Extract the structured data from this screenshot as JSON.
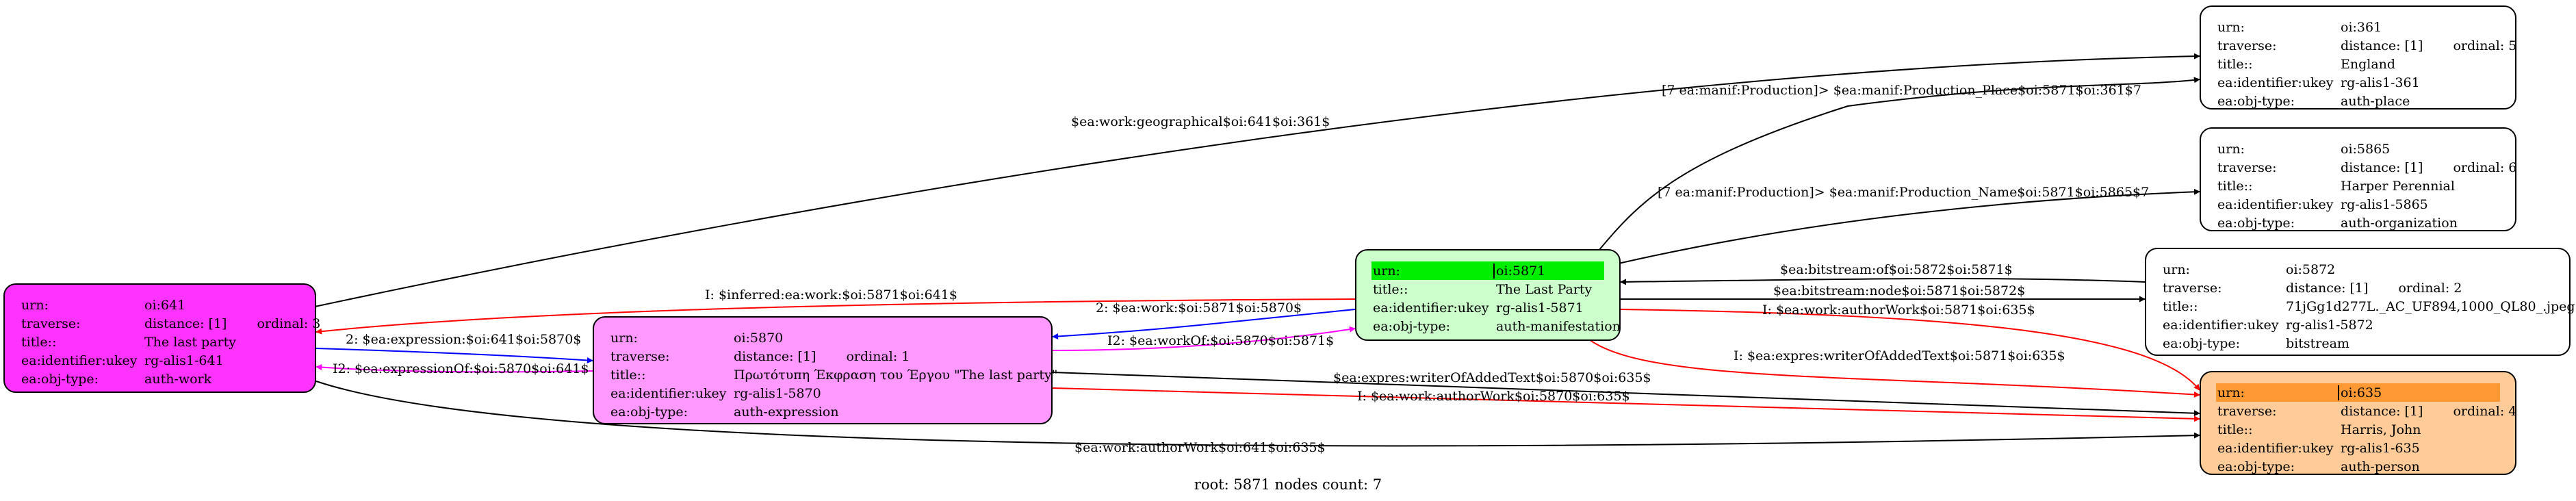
{
  "nodes": {
    "n641": {
      "color": "#ff33ff",
      "rows": [
        {
          "k": "urn:",
          "v": [
            "oi:641"
          ]
        },
        {
          "k": "traverse:",
          "v": [
            "distance: [1]",
            "ordinal: 3"
          ]
        },
        {
          "k": "title::",
          "v": [
            "The last party"
          ]
        },
        {
          "k": "ea:identifier:ukey",
          "v": [
            "rg-alis1-641"
          ]
        },
        {
          "k": "ea:obj-type:",
          "v": [
            "auth-work"
          ]
        }
      ]
    },
    "n5870": {
      "color": "#ff99ff",
      "rows": [
        {
          "k": "urn:",
          "v": [
            "oi:5870"
          ]
        },
        {
          "k": "traverse:",
          "v": [
            "distance: [1]",
            "ordinal: 1"
          ]
        },
        {
          "k": "title::",
          "v": [
            "Πρωτότυπη Έκφραση του Έργου \"The last party\""
          ]
        },
        {
          "k": "ea:identifier:ukey",
          "v": [
            "rg-alis1-5870"
          ]
        },
        {
          "k": "ea:obj-type:",
          "v": [
            "auth-expression"
          ]
        }
      ]
    },
    "n5871": {
      "color": "#ccffcc",
      "header_color": "#00ee00",
      "rows": [
        {
          "k": "urn:",
          "v": [
            "oi:5871"
          ]
        },
        {
          "k": "title::",
          "v": [
            "The Last Party"
          ]
        },
        {
          "k": "ea:identifier:ukey",
          "v": [
            "rg-alis1-5871"
          ]
        },
        {
          "k": "ea:obj-type:",
          "v": [
            "auth-manifestation"
          ]
        }
      ]
    },
    "n361": {
      "color": "#ffffff",
      "rows": [
        {
          "k": "urn:",
          "v": [
            "oi:361"
          ]
        },
        {
          "k": "traverse:",
          "v": [
            "distance: [1]",
            "ordinal: 5"
          ]
        },
        {
          "k": "title::",
          "v": [
            "England"
          ]
        },
        {
          "k": "ea:identifier:ukey",
          "v": [
            "rg-alis1-361"
          ]
        },
        {
          "k": "ea:obj-type:",
          "v": [
            "auth-place"
          ]
        }
      ]
    },
    "n5865": {
      "color": "#ffffff",
      "rows": [
        {
          "k": "urn:",
          "v": [
            "oi:5865"
          ]
        },
        {
          "k": "traverse:",
          "v": [
            "distance: [1]",
            "ordinal: 6"
          ]
        },
        {
          "k": "title::",
          "v": [
            "Harper Perennial"
          ]
        },
        {
          "k": "ea:identifier:ukey",
          "v": [
            "rg-alis1-5865"
          ]
        },
        {
          "k": "ea:obj-type:",
          "v": [
            "auth-organization"
          ]
        }
      ]
    },
    "n5872": {
      "color": "#ffffff",
      "rows": [
        {
          "k": "urn:",
          "v": [
            "oi:5872"
          ]
        },
        {
          "k": "traverse:",
          "v": [
            "distance: [1]",
            "ordinal: 2"
          ]
        },
        {
          "k": "title::",
          "v": [
            "71jGg1d277L._AC_UF894,1000_QL80_.jpeg"
          ]
        },
        {
          "k": "ea:identifier:ukey",
          "v": [
            "rg-alis1-5872"
          ]
        },
        {
          "k": "ea:obj-type:",
          "v": [
            "bitstream"
          ]
        }
      ]
    },
    "n635": {
      "color": "#ffcc99",
      "header_color": "#ff9933",
      "rows": [
        {
          "k": "urn:",
          "v": [
            "oi:635"
          ]
        },
        {
          "k": "traverse:",
          "v": [
            "distance: [1]",
            "ordinal: 4"
          ]
        },
        {
          "k": "title::",
          "v": [
            "Harris, John"
          ]
        },
        {
          "k": "ea:identifier:ukey",
          "v": [
            "rg-alis1-635"
          ]
        },
        {
          "k": "ea:obj-type:",
          "v": [
            "auth-person"
          ]
        }
      ]
    }
  },
  "edges": [
    {
      "id": "e1",
      "label": "$ea:work:geographical$oi:641$oi:361$",
      "color": "#000000"
    },
    {
      "id": "e2",
      "label": "[7 ea:manif:Production]> $ea:manif:Production_Place$oi:5871$oi:361$7",
      "color": "#000000"
    },
    {
      "id": "e3",
      "label": "[7 ea:manif:Production]> $ea:manif:Production_Name$oi:5871$oi:5865$7",
      "color": "#000000"
    },
    {
      "id": "e4",
      "label": "$ea:bitstream:of$oi:5872$oi:5871$",
      "color": "#000000"
    },
    {
      "id": "e5",
      "label": "$ea:bitstream:node$oi:5871$oi:5872$",
      "color": "#000000"
    },
    {
      "id": "e6",
      "label": "I: $inferred:ea:work:$oi:5871$oi:641$",
      "color": "#ff0000"
    },
    {
      "id": "e7",
      "label": "2: $ea:work:$oi:5871$oi:5870$",
      "color": "#0000ff"
    },
    {
      "id": "e8",
      "label": "I: $ea:work:authorWork$oi:5871$oi:635$",
      "color": "#ff0000"
    },
    {
      "id": "e9",
      "label": "I: $ea:expres:writerOfAddedText$oi:5871$oi:635$",
      "color": "#ff0000"
    },
    {
      "id": "e10",
      "label": "2: $ea:expression:$oi:641$oi:5870$",
      "color": "#0000ff"
    },
    {
      "id": "e11",
      "label": "I2: $ea:workOf:$oi:5870$oi:5871$",
      "color": "#ff00ff"
    },
    {
      "id": "e12",
      "label": "I2: $ea:expressionOf:$oi:5870$oi:641$",
      "color": "#ff00ff"
    },
    {
      "id": "e13",
      "label": "$ea:expres:writerOfAddedText$oi:5870$oi:635$",
      "color": "#000000"
    },
    {
      "id": "e14",
      "label": "I: $ea:work:authorWork$oi:5870$oi:635$",
      "color": "#ff0000"
    },
    {
      "id": "e15",
      "label": "$ea:work:authorWork$oi:641$oi:635$",
      "color": "#000000"
    }
  ],
  "footer": "root: 5871 nodes count: 7"
}
